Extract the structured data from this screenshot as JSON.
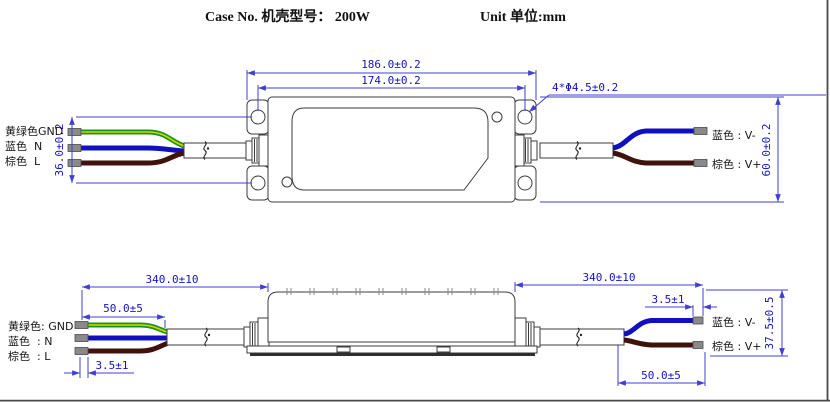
{
  "title": {
    "case_no": "Case No. 机壳型号： 200W",
    "unit": "Unit 单位:mm"
  },
  "top_view": {
    "dim_outer_width": "186.0±0.2",
    "dim_hole_span": "174.0±0.2",
    "dim_hole_callout": "4*Φ4.5±0.2",
    "dim_hole_vspan": "36.0±0.2",
    "dim_height": "60.0±0.2",
    "wire_in_gnd": "黄绿色GND",
    "wire_in_n": "蓝色  N",
    "wire_in_l": "棕色  L",
    "wire_out_vminus": "蓝色 : V-",
    "wire_out_vplus": "棕色 : V+"
  },
  "side_view": {
    "dim_in_cable": "340.0±10",
    "dim_in_strip": "50.0±5",
    "dim_in_tip": "3.5±1",
    "dim_out_cable": "340.0±10",
    "dim_out_tip": "3.5±1",
    "dim_out_height": "37.5±0.5",
    "dim_out_strip": "50.0±5",
    "wire_in_gnd": "黄绿色: GND",
    "wire_in_n": "蓝色  : N",
    "wire_in_l": "棕色  : L",
    "wire_out_vminus": "蓝色 : V-",
    "wire_out_vplus": "棕色 : V+"
  },
  "colors": {
    "dimension_line": "#4040cc",
    "dimension_text": "#1414bb",
    "outline": "#3c3c3c",
    "wire_green": "#18951c",
    "wire_green_stripe": "#d8d400",
    "wire_blue": "#1010c0",
    "wire_brown": "#3f120c",
    "wire_tip": "#8a8a8a"
  }
}
